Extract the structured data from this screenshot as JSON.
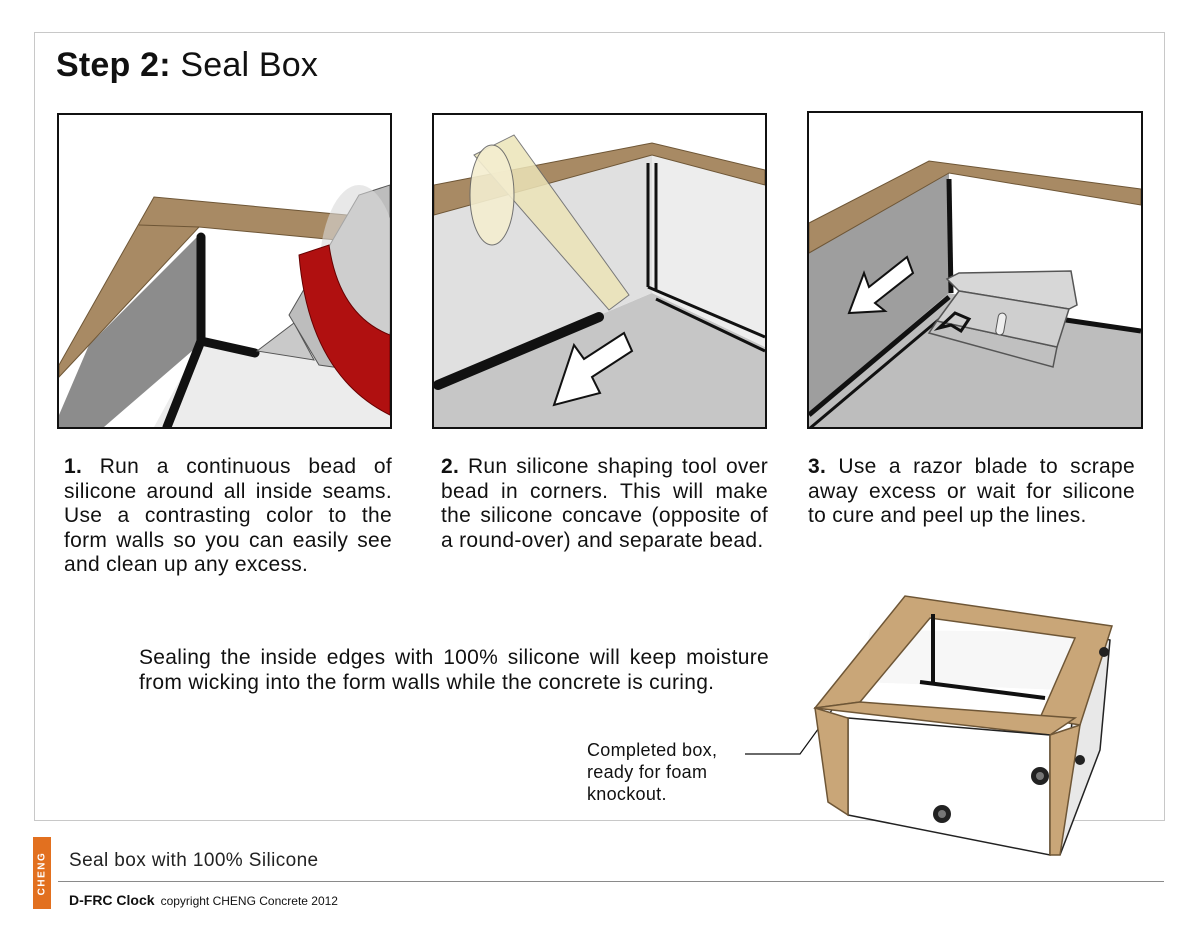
{
  "page": {
    "title_bold": "Step 2:",
    "title_rest": " Seal Box"
  },
  "steps": [
    {
      "number": "1.",
      "text": " Run a continuous bead of silicone around all inside seams. Use a contrasting color to the form walls so you can easily see and clean up any excess."
    },
    {
      "number": "2.",
      "text": " Run silicone shaping tool over bead in corners. This will make the silicone concave (opposite of a round-over) and separate bead."
    },
    {
      "number": "3.",
      "text": " Use a razor blade to scrape away excess or wait for silicone to cure and peel up the lines."
    }
  ],
  "note": "Sealing the inside edges with 100% silicone will keep moisture from wicking into the form walls while the concrete is curing.",
  "callout": "Completed box, ready for foam knockout.",
  "footer": {
    "brand": "CHENG",
    "subtitle": "Seal box with 100% Silicone",
    "product": "D-FRC Clock",
    "copyright": "copyright CHENG Concrete 2012"
  },
  "colors": {
    "wood": "#a88a64",
    "wall_gray": "#9e9e9e",
    "floor_gray": "#d4d4d4",
    "silicone": "#111111",
    "gun_red": "#b01010",
    "brand_orange": "#e2701f"
  }
}
